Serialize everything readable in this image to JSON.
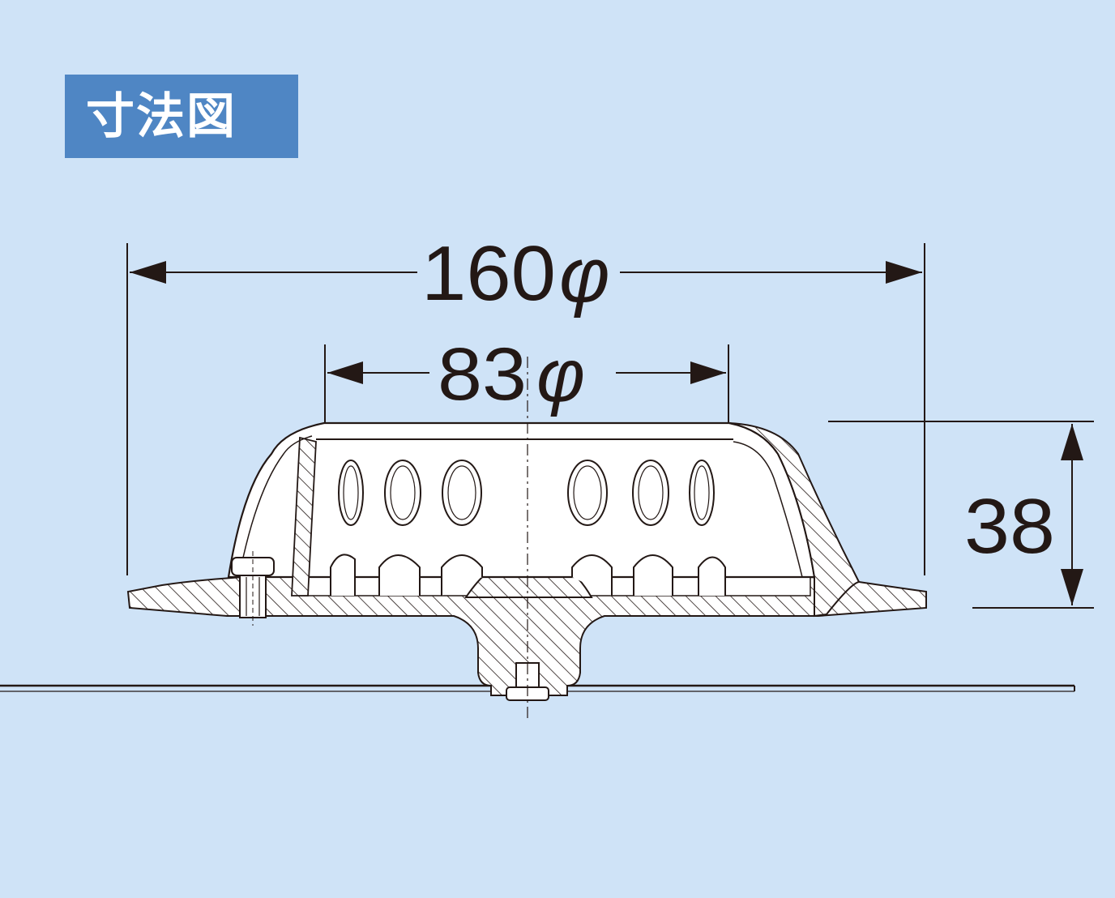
{
  "header": {
    "title": "寸法図"
  },
  "dimensions": {
    "outer_diameter": "160",
    "inner_diameter": "83",
    "height": "38",
    "diameter_symbol": "φ"
  },
  "colors": {
    "background": "#cfe3f7",
    "badge": "#4f86c4",
    "line": "#231815"
  }
}
